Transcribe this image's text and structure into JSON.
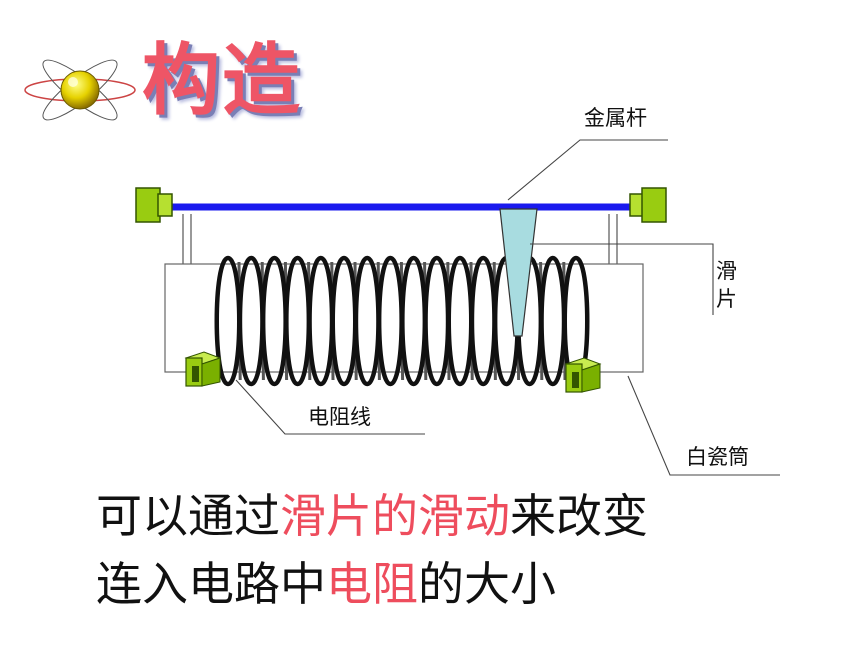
{
  "title": "构造",
  "labels": {
    "rod": "金属杆",
    "slider_1": "滑",
    "slider_2": "片",
    "wire": "电阻线",
    "tube": "白瓷筒"
  },
  "caption": {
    "line1_a": "可以通过",
    "line1_b": "滑片的滑动",
    "line1_c": "来改变",
    "line2_a": "连入电路中",
    "line2_b": "电阻",
    "line2_c": "的大小"
  },
  "colors": {
    "title": "#ee5566",
    "highlight": "#ee4d5d",
    "rod": "#1a1aee",
    "terminal": "#99cc11",
    "slider": "#a8dce0"
  },
  "icons": [
    "atom-icon"
  ]
}
